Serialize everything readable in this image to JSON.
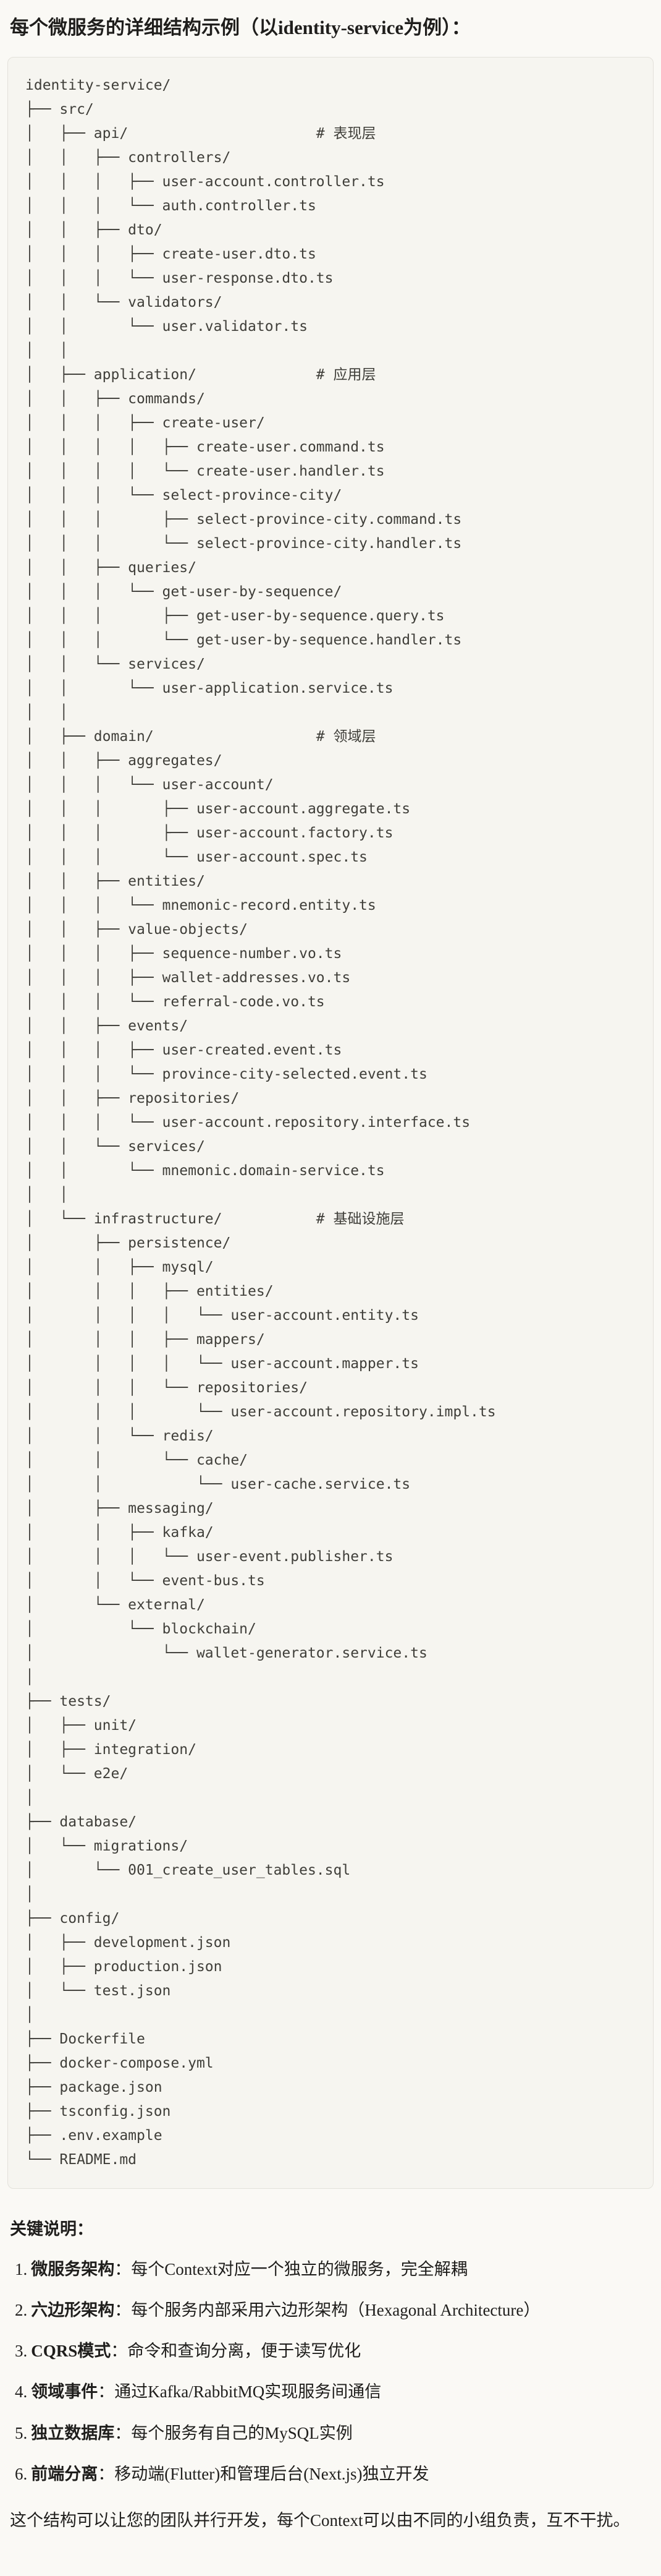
{
  "page": {
    "title": "每个微服务的详细结构示例（以identity-service为例）："
  },
  "code_block": {
    "lines": [
      "identity-service/",
      "├── src/",
      "│   ├── api/                      # 表现层",
      "│   │   ├── controllers/",
      "│   │   │   ├── user-account.controller.ts",
      "│   │   │   └── auth.controller.ts",
      "│   │   ├── dto/",
      "│   │   │   ├── create-user.dto.ts",
      "│   │   │   └── user-response.dto.ts",
      "│   │   └── validators/",
      "│   │       └── user.validator.ts",
      "│   │",
      "│   ├── application/              # 应用层",
      "│   │   ├── commands/",
      "│   │   │   ├── create-user/",
      "│   │   │   │   ├── create-user.command.ts",
      "│   │   │   │   └── create-user.handler.ts",
      "│   │   │   └── select-province-city/",
      "│   │   │       ├── select-province-city.command.ts",
      "│   │   │       └── select-province-city.handler.ts",
      "│   │   ├── queries/",
      "│   │   │   └── get-user-by-sequence/",
      "│   │   │       ├── get-user-by-sequence.query.ts",
      "│   │   │       └── get-user-by-sequence.handler.ts",
      "│   │   └── services/",
      "│   │       └── user-application.service.ts",
      "│   │",
      "│   ├── domain/                   # 领域层",
      "│   │   ├── aggregates/",
      "│   │   │   └── user-account/",
      "│   │   │       ├── user-account.aggregate.ts",
      "│   │   │       ├── user-account.factory.ts",
      "│   │   │       └── user-account.spec.ts",
      "│   │   ├── entities/",
      "│   │   │   └── mnemonic-record.entity.ts",
      "│   │   ├── value-objects/",
      "│   │   │   ├── sequence-number.vo.ts",
      "│   │   │   ├── wallet-addresses.vo.ts",
      "│   │   │   └── referral-code.vo.ts",
      "│   │   ├── events/",
      "│   │   │   ├── user-created.event.ts",
      "│   │   │   └── province-city-selected.event.ts",
      "│   │   ├── repositories/",
      "│   │   │   └── user-account.repository.interface.ts",
      "│   │   └── services/",
      "│   │       └── mnemonic.domain-service.ts",
      "│   │",
      "│   └── infrastructure/           # 基础设施层",
      "│       ├── persistence/",
      "│       │   ├── mysql/",
      "│       │   │   ├── entities/",
      "│       │   │   │   └── user-account.entity.ts",
      "│       │   │   ├── mappers/",
      "│       │   │   │   └── user-account.mapper.ts",
      "│       │   │   └── repositories/",
      "│       │   │       └── user-account.repository.impl.ts",
      "│       │   └── redis/",
      "│       │       └── cache/",
      "│       │           └── user-cache.service.ts",
      "│       ├── messaging/",
      "│       │   ├── kafka/",
      "│       │   │   └── user-event.publisher.ts",
      "│       │   └── event-bus.ts",
      "│       └── external/",
      "│           └── blockchain/",
      "│               └── wallet-generator.service.ts",
      "│",
      "├── tests/",
      "│   ├── unit/",
      "│   ├── integration/",
      "│   └── e2e/",
      "│",
      "├── database/",
      "│   └── migrations/",
      "│       └── 001_create_user_tables.sql",
      "│",
      "├── config/",
      "│   ├── development.json",
      "│   ├── production.json",
      "│   └── test.json",
      "│",
      "├── Dockerfile",
      "├── docker-compose.yml",
      "├── package.json",
      "├── tsconfig.json",
      "├── .env.example",
      "└── README.md"
    ]
  },
  "notes": {
    "heading": "关键说明：",
    "items": [
      {
        "num": "1.",
        "term": "微服务架构",
        "rest": "：每个Context对应一个独立的微服务，完全解耦"
      },
      {
        "num": "2.",
        "term": "六边形架构",
        "rest": "：每个服务内部采用六边形架构（Hexagonal Architecture）"
      },
      {
        "num": "3.",
        "term": "CQRS模式",
        "rest": "：命令和查询分离，便于读写优化"
      },
      {
        "num": "4.",
        "term": "领域事件",
        "rest": "：通过Kafka/RabbitMQ实现服务间通信"
      },
      {
        "num": "5.",
        "term": "独立数据库",
        "rest": "：每个服务有自己的MySQL实例"
      },
      {
        "num": "6.",
        "term": "前端分离",
        "rest": "：移动端(Flutter)和管理后台(Next.js)独立开发"
      }
    ],
    "closing": "这个结构可以让您的团队并行开发，每个Context可以由不同的小组负责，互不干扰。"
  },
  "colors": {
    "page_bg": "#FAF9F5",
    "code_bg": "#F6F5F0",
    "code_border": "#E3E1DA",
    "text": "#1F1E1C",
    "code_text": "#3F3E39"
  }
}
